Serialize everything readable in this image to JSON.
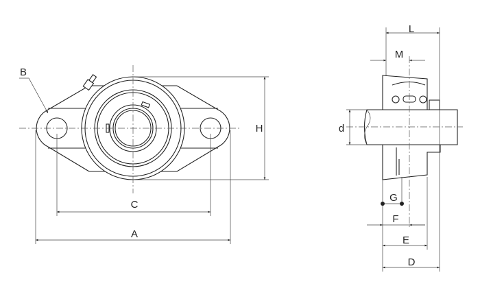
{
  "drawing": {
    "front_view": {
      "labels": {
        "B": "B",
        "C": "C",
        "A": "A",
        "H": "H"
      }
    },
    "side_view": {
      "labels": {
        "L": "L",
        "M": "M",
        "d": "d",
        "G": "G",
        "F": "F",
        "E": "E",
        "D": "D"
      }
    }
  }
}
